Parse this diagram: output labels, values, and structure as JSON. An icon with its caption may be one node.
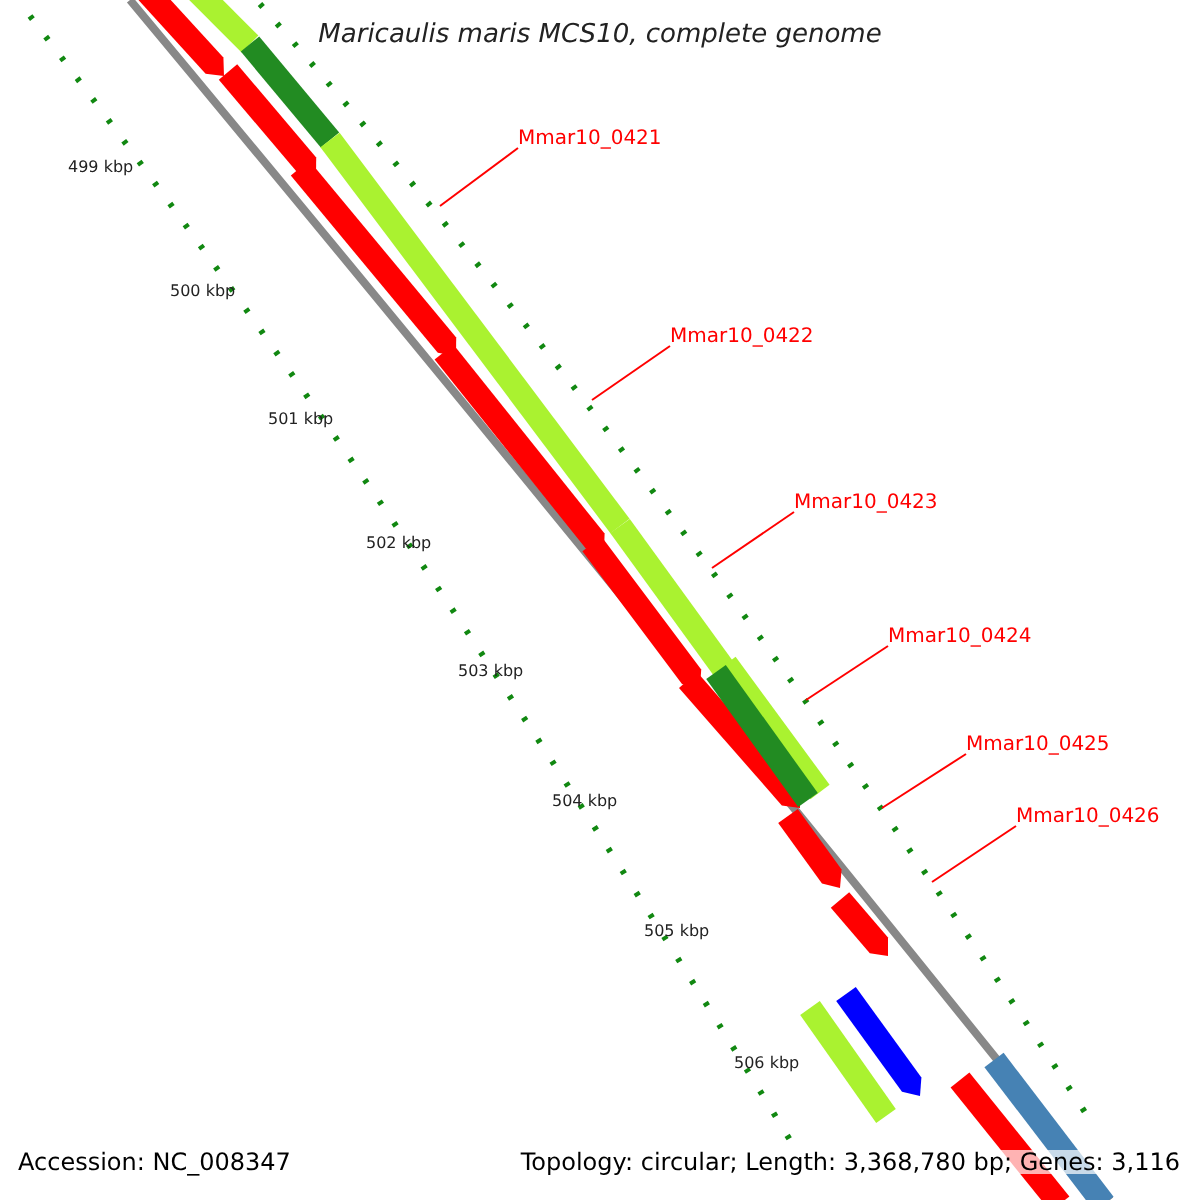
{
  "diagram": {
    "title": "Maricaulis maris MCS10, complete genome",
    "nodes": [
      {
        "text": [
          "Mmar10_0421"
        ]
      },
      {
        "text": [
          "Mmar10_0422"
        ]
      },
      {
        "text": [
          "Mmar10_0423"
        ]
      },
      {
        "text": [
          "Mmar10_0424"
        ]
      },
      {
        "text": [
          "Mmar10_0425"
        ]
      },
      {
        "text": [
          "Mmar10_0426"
        ]
      }
    ],
    "edges": [
      {
        "from": 0,
        "to": null,
        "arrow": "none"
      },
      {
        "from": 1,
        "to": null,
        "arrow": "none"
      },
      {
        "from": 2,
        "to": null,
        "arrow": "none"
      },
      {
        "from": 3,
        "to": null,
        "arrow": "none"
      },
      {
        "from": 4,
        "to": null,
        "arrow": "none"
      },
      {
        "from": 5,
        "to": null,
        "arrow": "none"
      }
    ],
    "labels": [
      "499 kbp",
      "500 kbp",
      "501 kbp",
      "502 kbp",
      "503 kbp",
      "504 kbp",
      "505 kbp",
      "506 kbp",
      "Accession: NC_008347",
      "Topology: circular; Length: 3,368,780 bp; Genes: 3,116"
    ]
  }
}
